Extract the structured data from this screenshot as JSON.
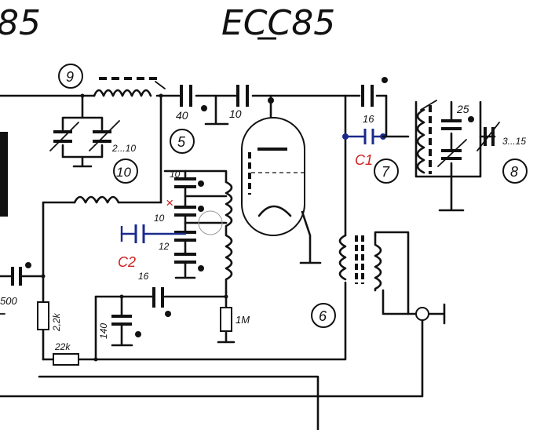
{
  "header": {
    "title_left_partial": "85",
    "title_main": "ECC85"
  },
  "circle_labels": [
    "9",
    "5",
    "10",
    "7",
    "8",
    "6"
  ],
  "component_values": {
    "c40": "40",
    "c10a": "10",
    "c16a": "16",
    "c25": "25",
    "trim_range_left": "2...10",
    "trim_range_right": "3...15",
    "c10b": "10",
    "c10c": "10",
    "c12": "12",
    "c16b": "16",
    "c140": "140",
    "r1m": "1M",
    "c500": "500",
    "r22k_v": "2,2k",
    "r22k_h": "22k"
  },
  "annotations": {
    "c1": "C1",
    "c2": "C2",
    "cross": "×"
  },
  "colors": {
    "ink": "#111111",
    "annotation_blue": "#1a2a8c",
    "annotation_red": "#d02020"
  }
}
